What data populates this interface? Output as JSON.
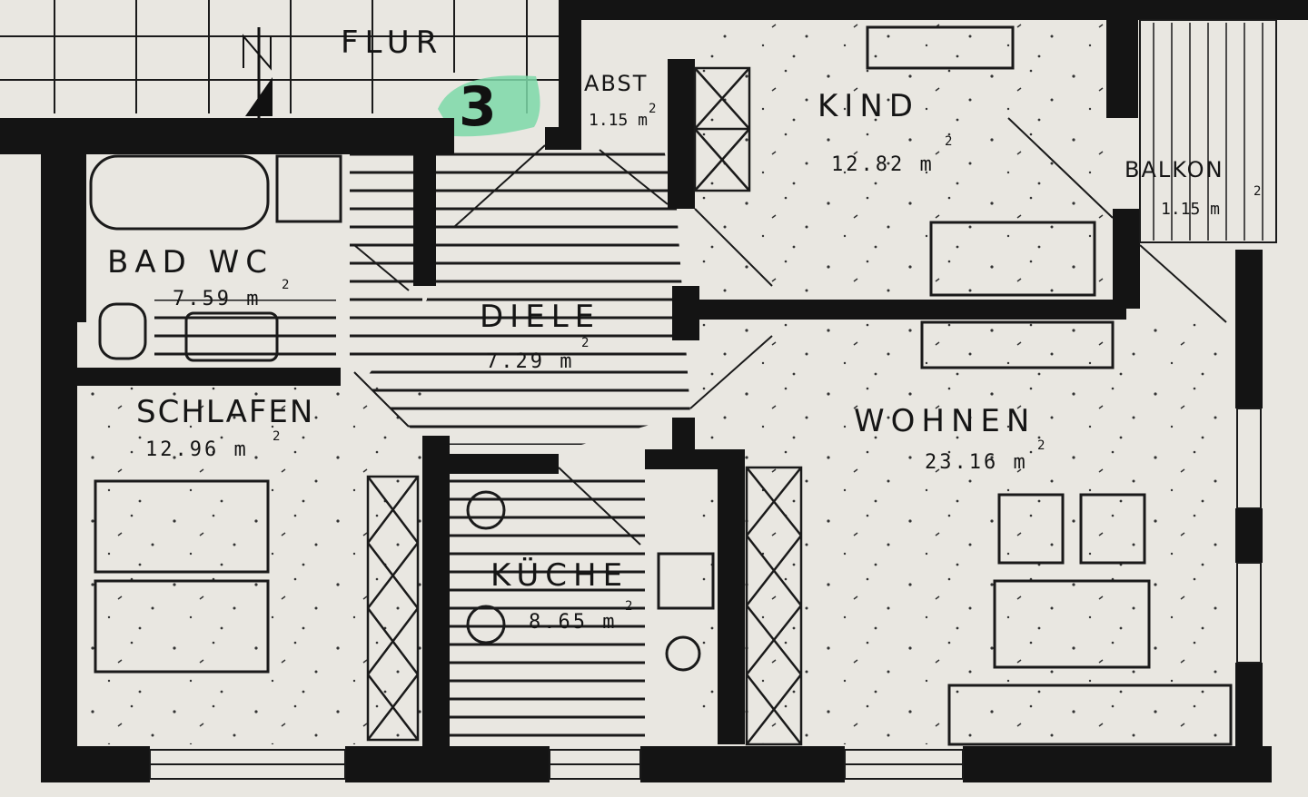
{
  "plan": {
    "unit_number": "3",
    "colors": {
      "paper": "#e9e7e1",
      "wall": "#141414",
      "line": "#1a1a1a",
      "highlight": "#7dd8a8"
    },
    "rooms": [
      {
        "id": "flur",
        "name": "FLUR",
        "area": ""
      },
      {
        "id": "abst",
        "name": "ABST",
        "area": "1.15 m"
      },
      {
        "id": "kind",
        "name": "KIND",
        "area": "12.82 m"
      },
      {
        "id": "balkon",
        "name": "BALKON",
        "area": "1.15 m"
      },
      {
        "id": "bad",
        "name": "BAD  WC",
        "area": "7.59 m"
      },
      {
        "id": "diele",
        "name": "DIELE",
        "area": "7.29 m"
      },
      {
        "id": "schlafen",
        "name": "SCHLAFEN",
        "area": "12.96 m"
      },
      {
        "id": "wohnen",
        "name": "WOHNEN",
        "area": "23.16 m"
      },
      {
        "id": "kuche",
        "name": "KÜCHE",
        "area": "8.65 m"
      }
    ],
    "area_unit_superscript": "2"
  }
}
